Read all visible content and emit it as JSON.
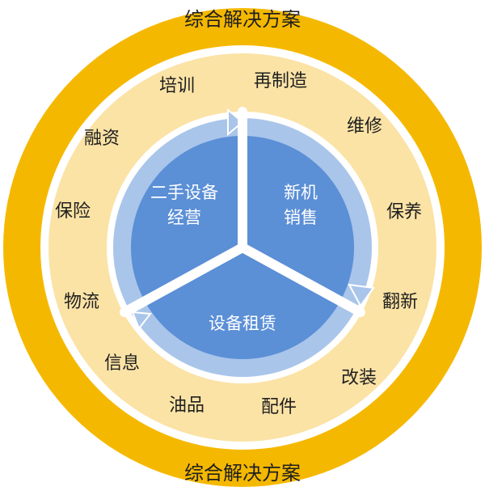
{
  "outer_ring": {
    "top_label": "综合解决方案",
    "bottom_label": "综合解决方案"
  },
  "middle_ring": {
    "items": [
      "培训",
      "再制造",
      "维修",
      "保养",
      "翻新",
      "改装",
      "配件",
      "油品",
      "信息",
      "物流",
      "保险",
      "融资"
    ]
  },
  "core": {
    "left": {
      "line1": "二手设备",
      "line2": "经营"
    },
    "right": {
      "line1": "新机",
      "line2": "销售"
    },
    "bottom": {
      "line1": "设备租赁"
    }
  },
  "colors": {
    "outer_ring": "#f5b800",
    "middle_ring": "#fbe3a6",
    "inner_white": "#ffffff",
    "arrow_band": "#a9c5ea",
    "core": "#5b8fd6",
    "divider": "#ffffff"
  }
}
